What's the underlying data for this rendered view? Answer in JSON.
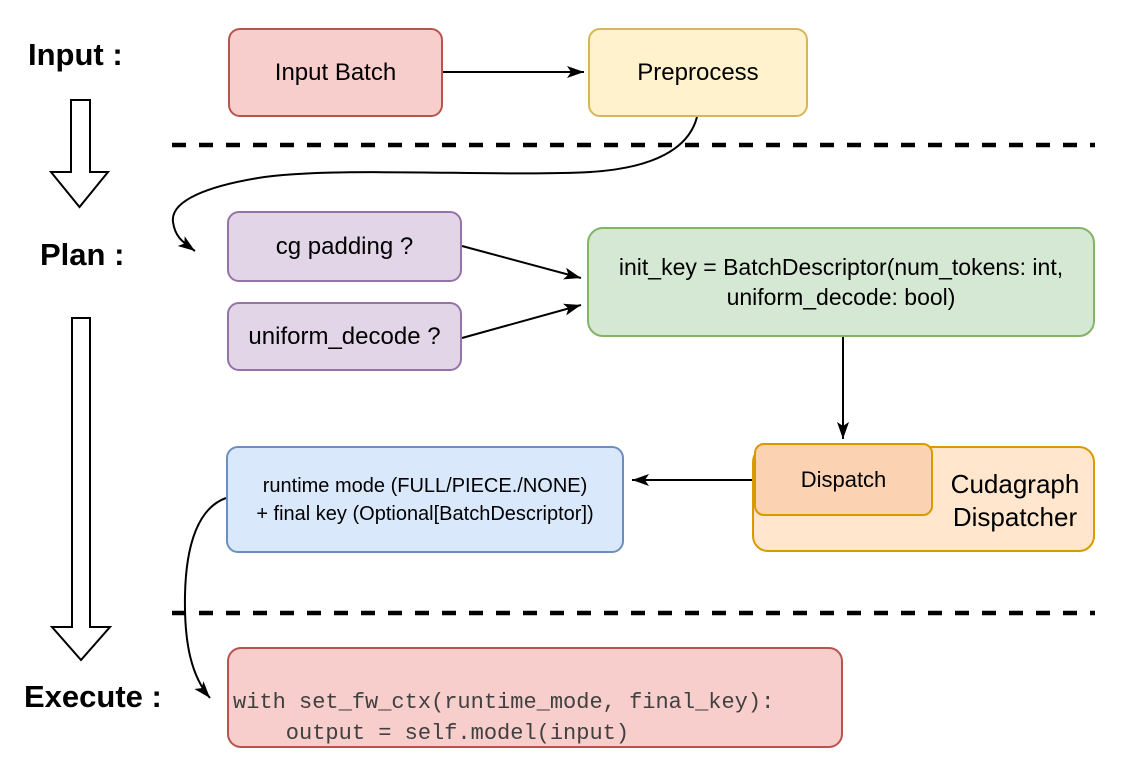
{
  "stage_labels": {
    "input": "Input :",
    "plan": "Plan :",
    "execute": "Execute :"
  },
  "nodes": {
    "input_batch": "Input Batch",
    "preprocess": "Preprocess",
    "cg_padding": "cg padding ?",
    "uniform_decode": "uniform_decode ?",
    "init_key_line1": "init_key = BatchDescriptor(num_tokens: int,",
    "init_key_line2": "uniform_decode: bool)",
    "dispatch": "Dispatch",
    "dispatcher_line1": "Cudagraph",
    "dispatcher_line2": "Dispatcher",
    "runtime_line1": "runtime mode (FULL/PIECE./NONE)",
    "runtime_line2": "+ final key (Optional[BatchDescriptor])",
    "code_line1": "with set_fw_ctx(runtime_mode, final_key):",
    "code_line2": "    output = self.model(input)"
  },
  "colors": {
    "red_fill": "#f8cecc",
    "red_stroke": "#b85450",
    "yellow_fill": "#fff2cc",
    "yellow_stroke": "#d6b656",
    "purple_fill": "#e1d5e7",
    "purple_stroke": "#9673a6",
    "green_fill": "#d5e8d4",
    "green_stroke": "#82b366",
    "blue_fill": "#dae8fc",
    "blue_stroke": "#6c8ebf",
    "orange_fill": "#ffe6cc",
    "orange_stroke": "#d79b00",
    "dispatch_fill": "#fbd2b2",
    "arrow": "#000000"
  }
}
